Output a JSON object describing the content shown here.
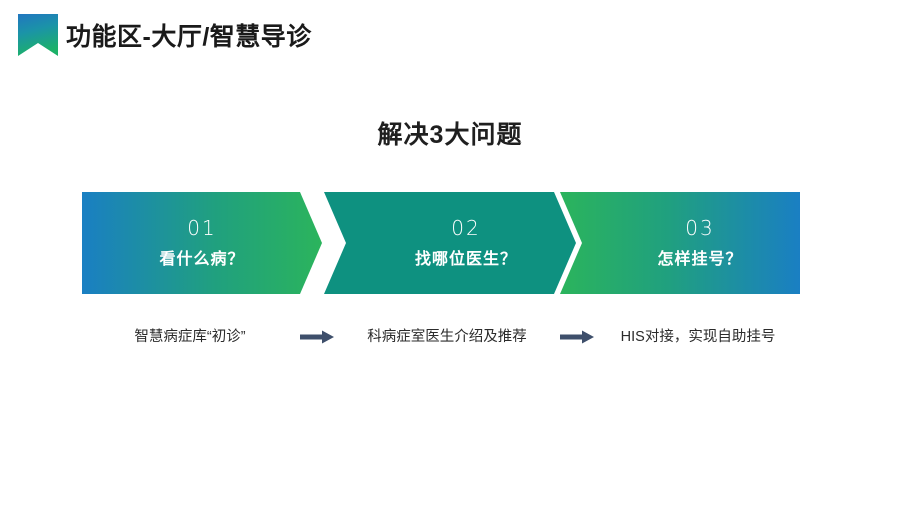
{
  "header": {
    "mark_icon": "bookmark-banner-icon",
    "title": "功能区-大厅/智慧导诊",
    "mark_gradient_top": "#1d7fc3",
    "mark_gradient_bottom": "#1fae66"
  },
  "section": {
    "title": "解决3大问题"
  },
  "steps": [
    {
      "number": "01",
      "label": "看什么病？",
      "gradient_from": "#1a7fc3",
      "gradient_to": "#2bb45c",
      "caption": "智慧病症库“初诊”"
    },
    {
      "number": "02",
      "label": "找哪位医生？",
      "gradient_from": "#0e9180",
      "gradient_to": "#0e9180",
      "caption": "科病症室医生介绍及推荐"
    },
    {
      "number": "03",
      "label": "怎样挂号？",
      "gradient_from": "#2bb45c",
      "gradient_to": "#1a7fc3",
      "caption": "HIS对接，实现自助挂号"
    }
  ],
  "flow": {
    "arrow_icon": "right-arrow-icon",
    "arrow_color": "#3e4f6b"
  },
  "colors": {
    "background": "#ffffff",
    "title_text": "#1a1a1a",
    "caption_text": "#2b2b2b",
    "chevron_text": "#ffffff"
  }
}
